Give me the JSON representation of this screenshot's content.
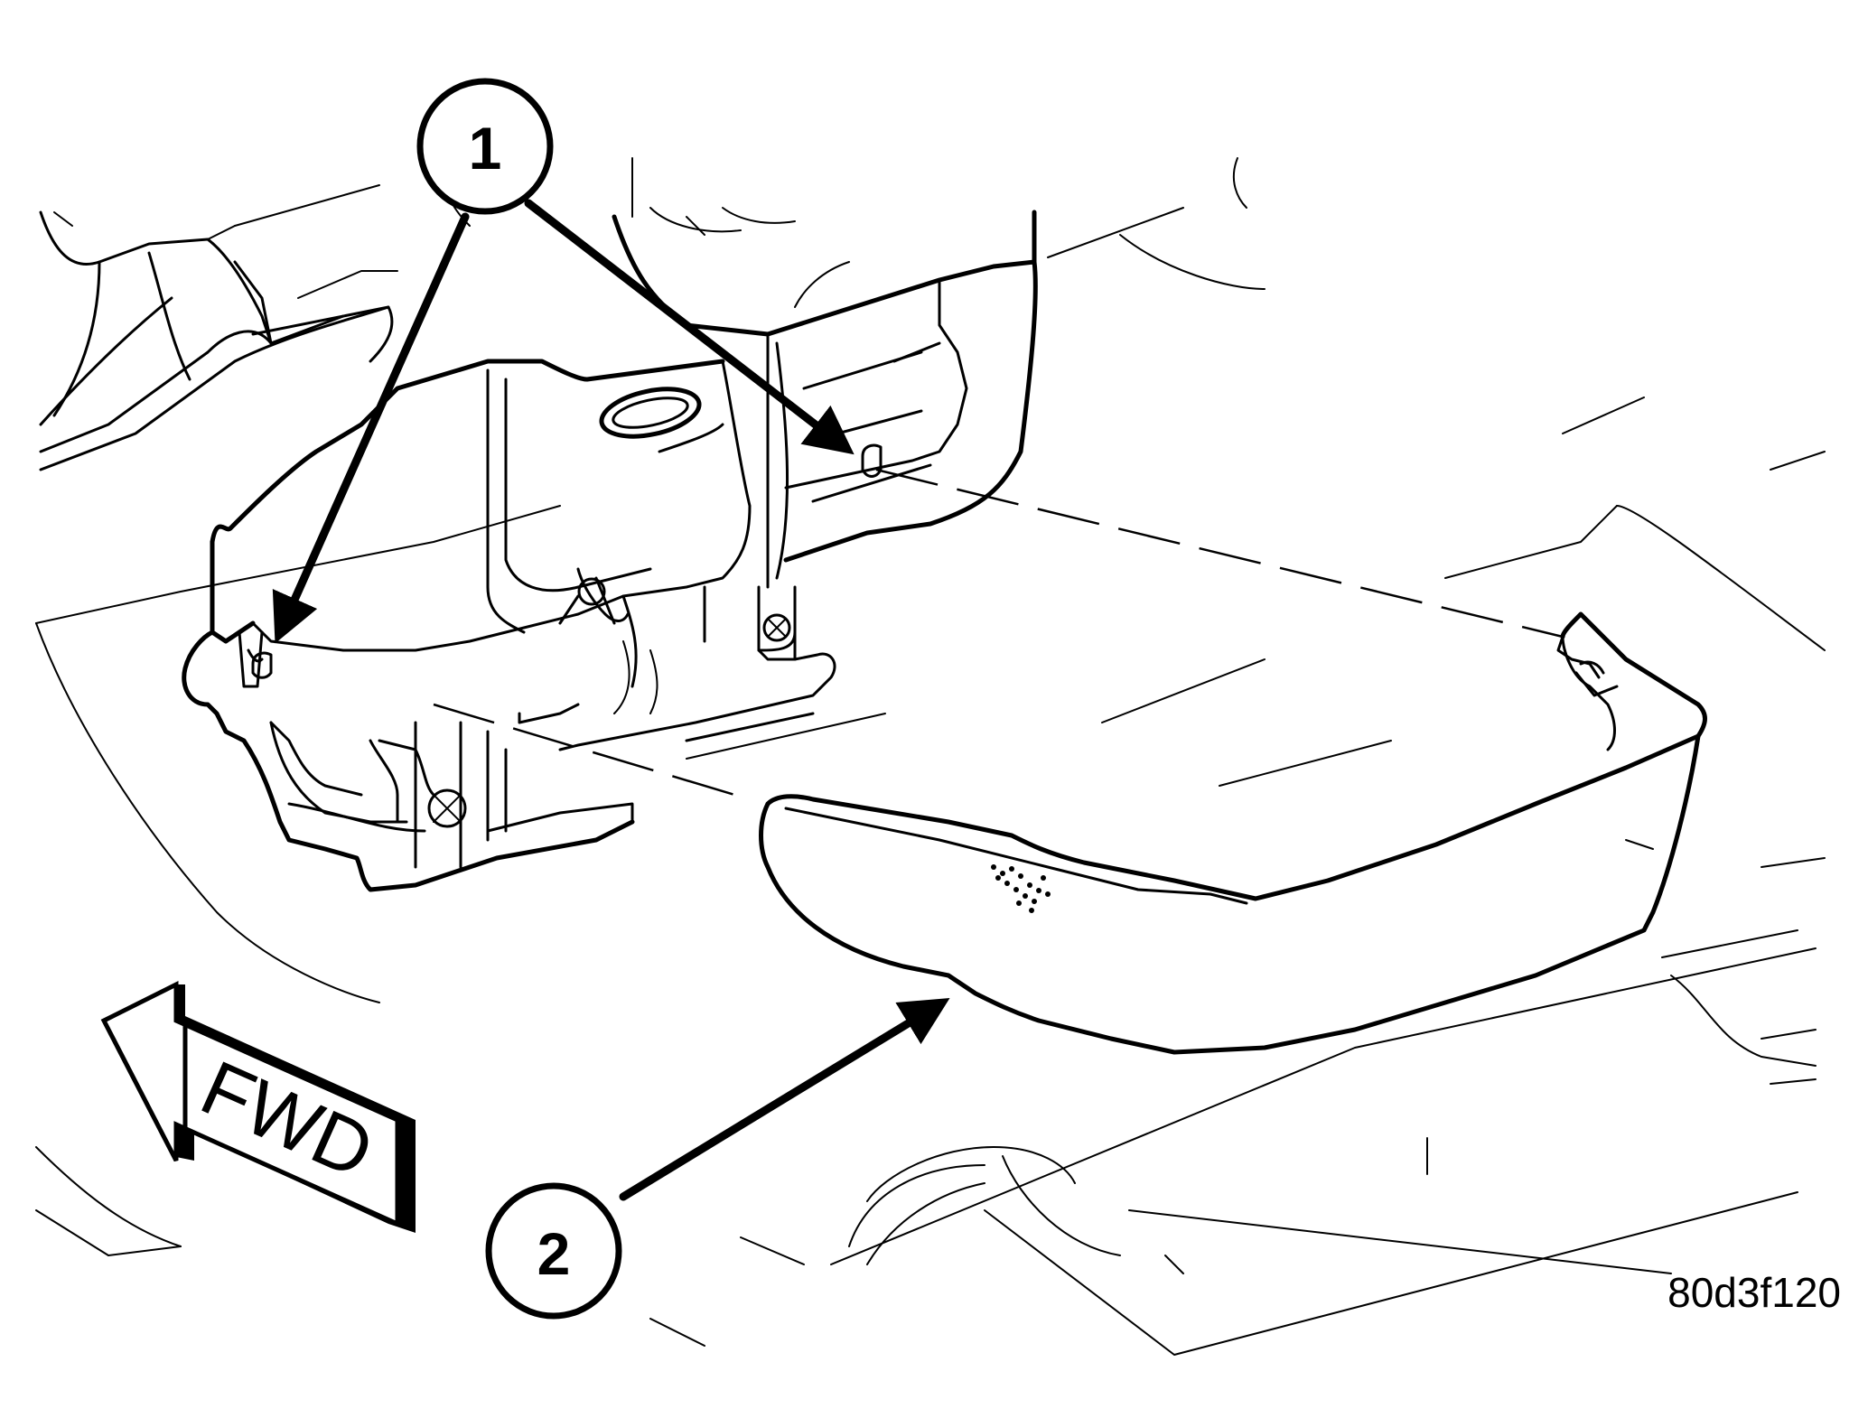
{
  "callouts": [
    {
      "label": "1"
    },
    {
      "label": "2"
    }
  ],
  "direction_arrow": {
    "label": "FWD",
    "icon": "forward-arrow-icon"
  },
  "figure_id": "80d3f120",
  "colors": {
    "ink": "#000000",
    "paper": "#ffffff"
  }
}
